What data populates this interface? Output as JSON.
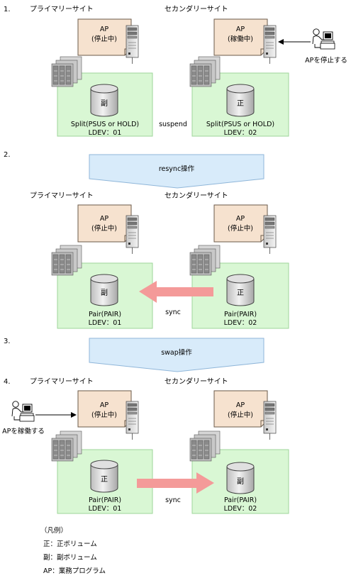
{
  "steps": [
    {
      "number": "1.",
      "primary_site": "プライマリーサイト",
      "secondary_site": "セカンダリーサイト",
      "left_ap": {
        "name": "AP",
        "state": "(停止中)"
      },
      "right_ap": {
        "name": "AP",
        "state": "(稼働中)"
      },
      "left_volume": {
        "glyph": "副",
        "pair": "Split(PSUS or HOLD)",
        "ldev": "LDEV：01"
      },
      "right_volume": {
        "glyph": "正",
        "pair": "Split(PSUS or HOLD)",
        "ldev": "LDEV：02"
      },
      "link_label": "suspend",
      "operator_note": "APを停止する"
    },
    {
      "number": "2.",
      "operation": "resync操作",
      "primary_site": "プライマリーサイト",
      "secondary_site": "セカンダリーサイト",
      "left_ap": {
        "name": "AP",
        "state": "(停止中)"
      },
      "right_ap": {
        "name": "AP",
        "state": "(停止中)"
      },
      "left_volume": {
        "glyph": "副",
        "pair": "Pair(PAIR)",
        "ldev": "LDEV：01"
      },
      "right_volume": {
        "glyph": "正",
        "pair": "Pair(PAIR)",
        "ldev": "LDEV：02"
      },
      "link_label": "sync"
    },
    {
      "number": "3.",
      "operation": "swap操作"
    },
    {
      "number": "4.",
      "primary_site": "プライマリーサイト",
      "secondary_site": "セカンダリーサイト",
      "left_ap": {
        "name": "AP",
        "state": "(停止中)"
      },
      "right_ap": {
        "name": "AP",
        "state": "(停止中)"
      },
      "left_volume": {
        "glyph": "正",
        "pair": "Pair(PAIR)",
        "ldev": "LDEV：01"
      },
      "right_volume": {
        "glyph": "副",
        "pair": "Pair(PAIR)",
        "ldev": "LDEV：02"
      },
      "link_label": "sync",
      "operator_note": "APを稼働する"
    }
  ],
  "legend": {
    "title": "（凡例）",
    "items": [
      "正：正ボリューム",
      "副：副ボリューム",
      "AP：業務プログラム"
    ]
  },
  "colors": {
    "site_fill": "#d9f7d4",
    "site_stroke": "#9ed69a",
    "ap_fill": "#f6e2cf",
    "ap_stroke": "#6b5a4a",
    "op_fill": "#d8ebfa",
    "op_stroke": "#8fb6d9",
    "arrow": "#f49a99"
  }
}
